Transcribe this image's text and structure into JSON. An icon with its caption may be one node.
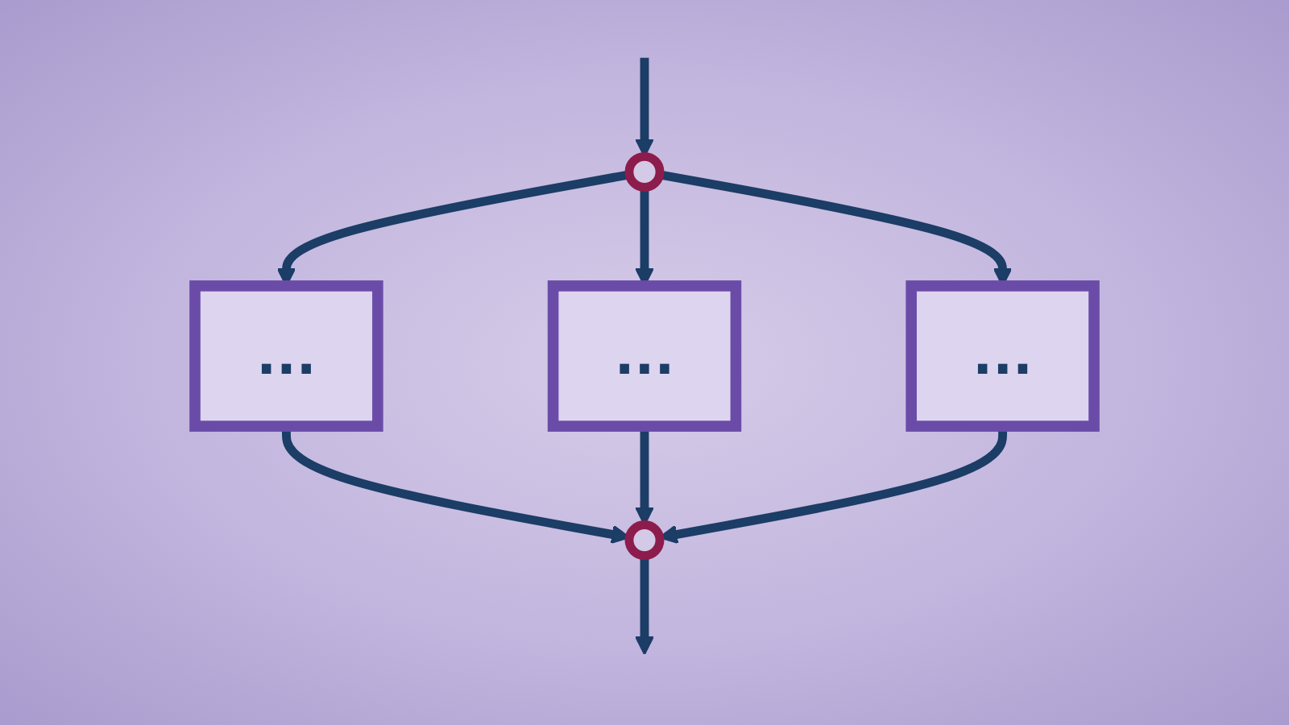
{
  "diagram": {
    "nodes": [
      {
        "text": [],
        "shape": "circle"
      },
      {
        "text": [
          "..."
        ]
      },
      {
        "text": [
          "..."
        ]
      },
      {
        "text": [
          "..."
        ]
      },
      {
        "text": [],
        "shape": "circle"
      }
    ],
    "edges": [
      {
        "from": null,
        "to": 0,
        "arrow": "to"
      },
      {
        "from": 0,
        "to": 1,
        "arrow": "to"
      },
      {
        "from": 0,
        "to": 2,
        "arrow": "to"
      },
      {
        "from": 0,
        "to": 3,
        "arrow": "to"
      },
      {
        "from": 1,
        "to": 4,
        "arrow": "to"
      },
      {
        "from": 2,
        "to": 4,
        "arrow": "to"
      },
      {
        "from": 3,
        "to": 4,
        "arrow": "to"
      },
      {
        "from": 4,
        "to": null,
        "arrow": "to"
      }
    ]
  }
}
